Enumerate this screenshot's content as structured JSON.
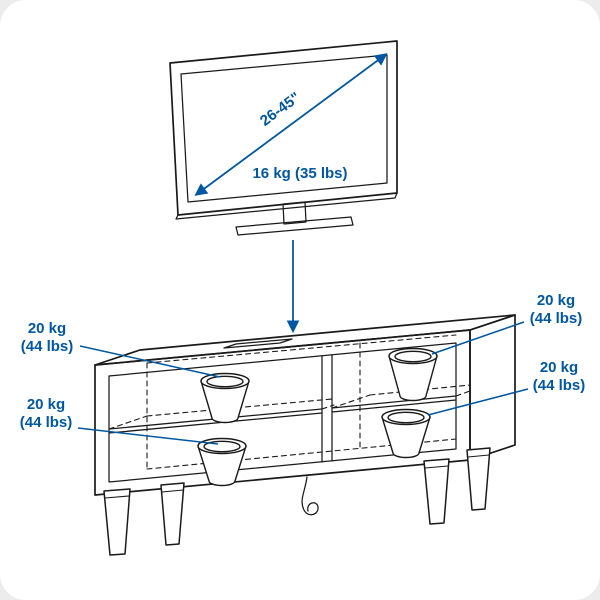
{
  "illustration": {
    "tv": {
      "diagonal_label": "26-45\"",
      "weight_label": "16 kg (35 lbs)"
    },
    "shelf_labels": {
      "left_top": {
        "line1": "20 kg",
        "line2": "(44 lbs)"
      },
      "left_bottom": {
        "line1": "20 kg",
        "line2": "(44 lbs)"
      },
      "right_top": {
        "line1": "20 kg",
        "line2": "(44 lbs)"
      },
      "right_bottom": {
        "line1": "20 kg",
        "line2": "(44 lbs)"
      }
    }
  },
  "colors": {
    "annotation_blue": "#0058a3",
    "line_art": "#1a1a1a",
    "background": "#ffffff"
  }
}
